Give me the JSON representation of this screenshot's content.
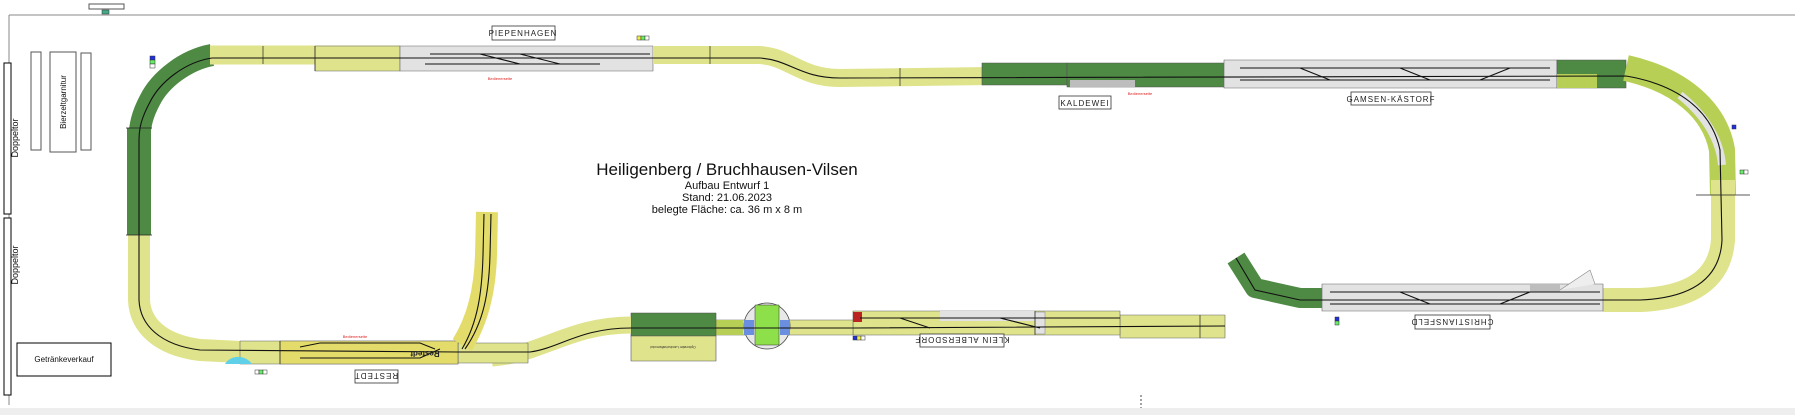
{
  "title": {
    "main": "Heiligenberg / Bruchhausen-Vilsen",
    "line1": "Aufbau Entwurf 1",
    "line2": "Stand: 21.06.2023",
    "line3": "belegte Fläche: ca. 36 m x 8 m"
  },
  "stations": {
    "piepenhagen": "PIEPENHAGEN",
    "kaldewei": "KALDEWEI",
    "gamsen": "GAMSEN-KÄSTORF",
    "christiansfeld": "CHRISTIANSFELD",
    "klein_albersdorf": "KLEIN ALBERSDORF",
    "restedt": "RESTEDT"
  },
  "room": {
    "doppeltor_1": "Doppeltor",
    "doppeltor_2": "Doppeltor",
    "bierzelt": "Bierzeltgarnitur",
    "getraenke": "Getränkeverkauf"
  },
  "modules": {
    "optional": "Optionaler Landschaftsmodul",
    "restedt_sign": "Restedt",
    "bedienseite": "Bedienerseite"
  },
  "colors": {
    "yellow": "#dfe38b",
    "dark_green": "#4f8a45",
    "gray": "#e2e2e2",
    "light_green": "#b7cf55"
  }
}
